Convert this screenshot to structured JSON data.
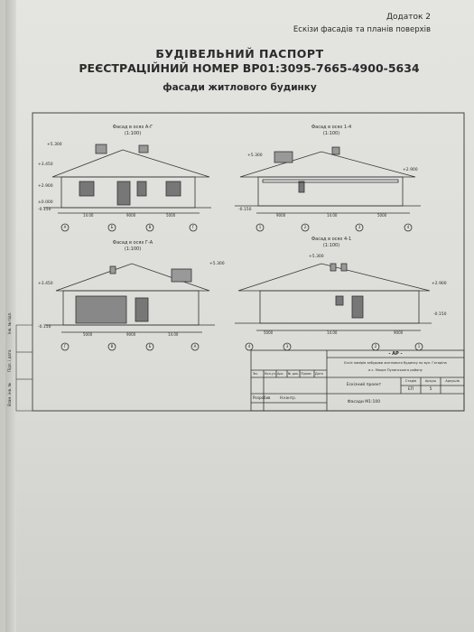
{
  "header": {
    "annex": "Додаток 2",
    "annex_subtitle": "Ескізи фасадів та планів поверхів",
    "title_line1": "БУДІВЕЛЬНИЙ ПАСПОРТ",
    "title_line2": "РЕЄСТРАЦІЙНИЙ НОМЕР ВР01:3095-7665-4900-5634",
    "subtitle": "фасади житлового будинку"
  },
  "drawing": {
    "facades": [
      {
        "title": "Фасад в осях А-Г",
        "scale": "(1:100)",
        "axes": [
          "А",
          "Б",
          "В",
          "Г"
        ]
      },
      {
        "title": "Фасад в осях 1-4",
        "scale": "(1:100)",
        "axes": [
          "1",
          "2",
          "3",
          "4"
        ]
      },
      {
        "title": "Фасад в осях Г-А",
        "scale": "(1:100)",
        "axes": [
          "Г",
          "В",
          "Б",
          "А"
        ]
      },
      {
        "title": "Фасад в осях 4-1",
        "scale": "(1:100)",
        "axes": [
          "4",
          "3",
          "2",
          "1"
        ]
      }
    ],
    "levels": {
      "ridge": "+5.300",
      "roof": "+3.450",
      "eave": "+2.900",
      "floor": "±0.000",
      "ground": "-0.150"
    },
    "dims": {
      "a": "14.00",
      "b": "9000",
      "c": "5000"
    },
    "stamp": {
      "code": "- АР -",
      "description_l1": "Ескіз намірів забудови житлового будинку по вул. Гагаріна",
      "description_l2": "в с. Мокре Пулинського району",
      "stage_header": "Стадія",
      "sheet_header": "Аркуш",
      "sheets_header": "Аркушів",
      "stage_value": "ЕП",
      "sheet_value": "5",
      "project_name": "Ескізний проект",
      "developer": "Розробив",
      "checker": "Н.контр.",
      "sheet_title": "Фасади М1:100",
      "col_headers": [
        "Зм.",
        "Кол.уч.",
        "Арк.",
        "№ док.",
        "Підпис",
        "Дата"
      ]
    },
    "side_strip": [
      "Інв. № підп.",
      "Підп. і дата",
      "Взам. інв. №"
    ]
  }
}
